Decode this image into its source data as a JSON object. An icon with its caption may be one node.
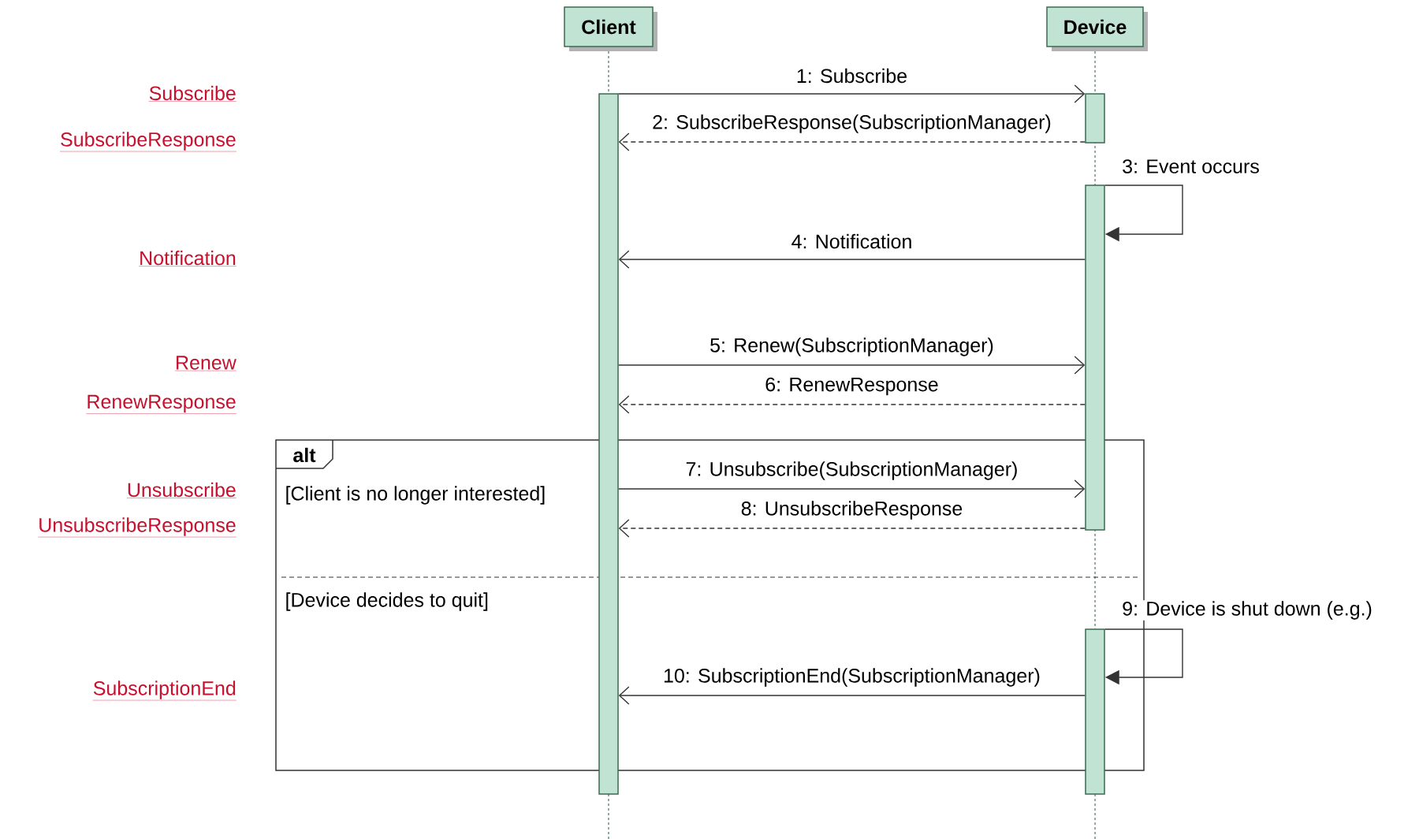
{
  "diagram": {
    "nodes": [
      {
        "text": [
          "Client"
        ]
      },
      {
        "text": [
          "Device"
        ]
      },
      {
        "text": [],
        "shape": "bar"
      },
      {
        "text": [],
        "shape": "bar"
      },
      {
        "text": [],
        "shape": "bar"
      },
      {
        "text": [],
        "shape": "bar"
      }
    ],
    "edges": [
      {
        "from": 2,
        "to": 3,
        "arrow": "to",
        "label": "1: Subscribe"
      },
      {
        "from": 3,
        "to": 2,
        "arrow": "to",
        "style": "dashed",
        "label": "2: SubscribeResponse(SubscriptionManager)"
      },
      {
        "from": 4,
        "to": 4,
        "arrow": "to",
        "label": "3: Event occurs"
      },
      {
        "from": 4,
        "to": 2,
        "arrow": "to",
        "label": "4: Notification"
      },
      {
        "from": 2,
        "to": 4,
        "arrow": "to",
        "label": "5: Renew(SubscriptionManager)"
      },
      {
        "from": 4,
        "to": 2,
        "arrow": "to",
        "style": "dashed",
        "label": "6: RenewResponse"
      },
      {
        "from": 2,
        "to": 4,
        "arrow": "to",
        "label": "7: Unsubscribe(SubscriptionManager)"
      },
      {
        "from": 4,
        "to": 2,
        "arrow": "to",
        "style": "dashed",
        "label": "8: UnsubscribeResponse"
      },
      {
        "from": 5,
        "to": 5,
        "arrow": "to",
        "label": "9: Device is shut down (e.g.)"
      },
      {
        "from": 5,
        "to": 2,
        "arrow": "to",
        "label": "10: SubscriptionEnd(SubscriptionManager)"
      }
    ],
    "labels": [
      "Subscribe",
      "SubscribeResponse",
      "Notification",
      "Renew",
      "RenewResponse",
      "alt",
      "Unsubscribe",
      "[Client is no longer interested]",
      "UnsubscribeResponse",
      "[Device decides to quit]",
      "SubscriptionEnd"
    ]
  }
}
